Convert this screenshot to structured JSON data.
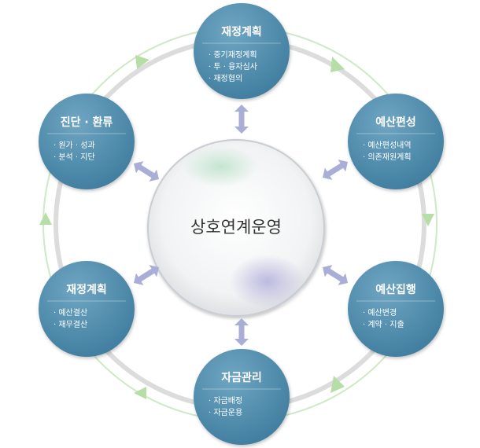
{
  "diagram": {
    "center": {
      "label": "상호연계운영"
    },
    "nodes": [
      {
        "id": "top",
        "title": "재정계획",
        "items": [
          "· 중기재정계획",
          "· 투 · 융자심사",
          "· 재정협의"
        ]
      },
      {
        "id": "ur",
        "title": "예산편성",
        "items": [
          "· 예산편성내역",
          "· 의존재원계획"
        ]
      },
      {
        "id": "lr",
        "title": "예산집행",
        "items": [
          "· 예산변경",
          "· 계약 · 지출"
        ]
      },
      {
        "id": "bottom",
        "title": "자금관리",
        "items": [
          "· 자금배정",
          "· 자금운용"
        ]
      },
      {
        "id": "ll",
        "title": "재정계획",
        "items": [
          "· 예산결산",
          "· 재무결산"
        ]
      },
      {
        "id": "ul",
        "title": "진단 · 환류",
        "items": [
          "· 원가 · 성과",
          "· 분석 · 지단"
        ]
      }
    ]
  },
  "colors": {
    "node_fill": "#4b88a8",
    "node_fill_light": "#6fa6c2",
    "ring": "#dcdcdc",
    "flow_arrow": "#b6dfa8",
    "link_arrow": "#a9aed6",
    "center_text": "#333333"
  },
  "icons": {
    "flow": "green-cycle-arrow-icon",
    "link": "double-arrow-icon"
  }
}
